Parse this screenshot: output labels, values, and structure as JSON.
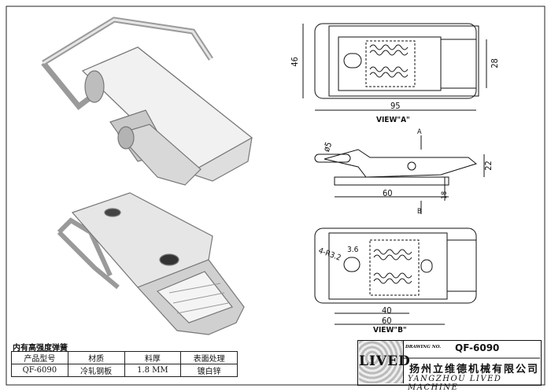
{
  "title_block": {
    "drawing_no_label": "DRAWING NO.",
    "drawing_no": "QF-6090",
    "logo_text": "LIVED",
    "company_cn": "扬州立维德机械有限公司",
    "company_en": "YANGZHOU LIVED MACHINE"
  },
  "spec_table": {
    "title": "内有高强度弹簧",
    "headers": [
      "产品型号",
      "材质",
      "料厚",
      "表面处理"
    ],
    "row": [
      "QF-6090",
      "冷轧钢板",
      "1.8 MM",
      "镀白锌"
    ]
  },
  "dimensions": {
    "view_a_label": "VIEW\"A\"",
    "view_b_label": "VIEW\"B\"",
    "width_95": "95",
    "height_46": "46",
    "height_28": "28",
    "dia_5": "ø5",
    "height_22": "22",
    "base_60_side": "60",
    "height_18": "18",
    "arrow_a": "A",
    "arrow_b": "B",
    "hole_label": "4-R3.2",
    "hole_36": "3.6",
    "base_40": "40",
    "base_60_bottom": "60"
  }
}
